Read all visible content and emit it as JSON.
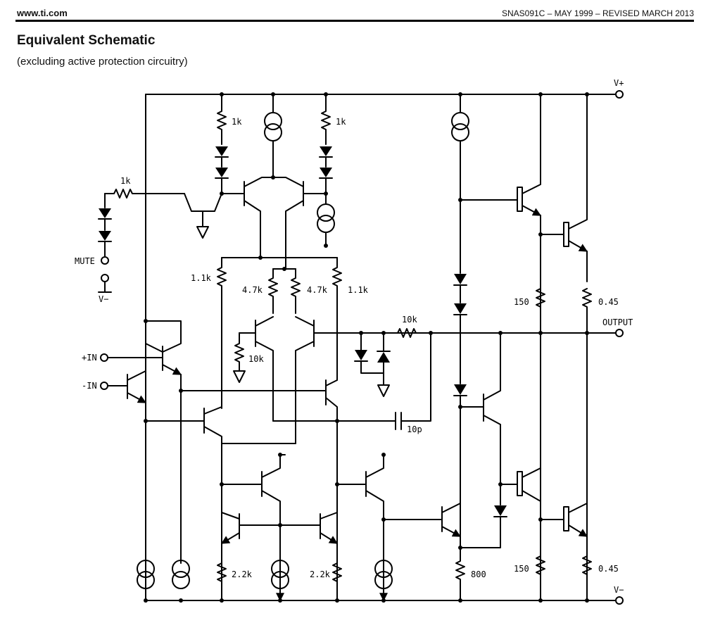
{
  "header": {
    "site": "www.ti.com",
    "doc_id": "SNAS091C – MAY 1999 – REVISED MARCH 2013"
  },
  "section": {
    "title": "Equivalent Schematic",
    "subtitle": "(excluding active protection circuitry)"
  },
  "schematic": {
    "pins": {
      "vplus": "V+",
      "vminus": "V−",
      "output": "OUTPUT",
      "mute": "MUTE",
      "mute_vminus": "V−",
      "in_plus": "+IN",
      "in_minus": "-IN"
    },
    "values": {
      "r_1k_a": "1k",
      "r_1k_b": "1k",
      "r_1k_c": "1k",
      "r_1_1k_a": "1.1k",
      "r_1_1k_b": "1.1k",
      "r_4_7k_a": "4.7k",
      "r_4_7k_b": "4.7k",
      "r_10k_a": "10k",
      "r_10k_b": "10k",
      "c_10p": "10p",
      "r_150_a": "150",
      "r_150_b": "150",
      "r_0_45_a": "0.45",
      "r_0_45_b": "0.45",
      "r_2_2k_a": "2.2k",
      "r_2_2k_b": "2.2k",
      "r_800": "800"
    }
  }
}
